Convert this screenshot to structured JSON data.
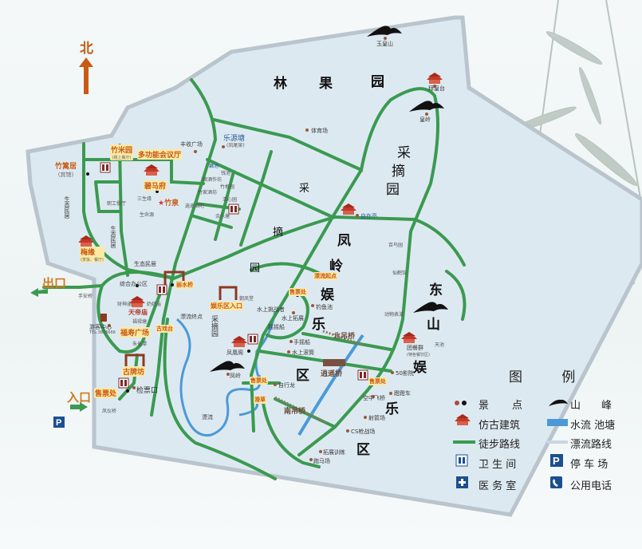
{
  "compass": {
    "north": "北"
  },
  "colors": {
    "road": "#3a9a50",
    "water": "#4a9ad8",
    "drift": "#c9d6e2",
    "area": "#dde9f1",
    "highlight_text": "#c85a14",
    "highlight_bg": "#fbe9a6",
    "toilet": "#7a2a2a",
    "service": "#1c4f8f"
  },
  "areas": {
    "linguoyuan": [
      "林",
      "果",
      "园"
    ],
    "caizhai_ne": [
      "采",
      "摘",
      "园"
    ],
    "caizhai_mid": [
      "采",
      "摘",
      "园"
    ],
    "caizhai_sw": "采摘园",
    "fengling": [
      "凤",
      "岭",
      "娱",
      "乐",
      "区"
    ],
    "dongshan": [
      "东",
      "山",
      "娱",
      "乐",
      "区"
    ]
  },
  "gates": {
    "exit": "出口",
    "entrance": "入口"
  },
  "highlights": [
    {
      "label": "竹米园",
      "sub": "(楼上餐厅)"
    },
    {
      "label": "多功能会议厅"
    },
    {
      "label": "竹篱居",
      "sub": "(宾馆)"
    },
    {
      "label": "碧马府"
    },
    {
      "label": "竹泉"
    },
    {
      "label": "梅缘",
      "sub": "(茶饭、餐厅)"
    },
    {
      "label": "丽水桥"
    },
    {
      "label": "娱乐区入口"
    },
    {
      "label": "天帝庙"
    },
    {
      "label": "福寿广场"
    },
    {
      "label": "古戏台"
    },
    {
      "label": "古牌坊"
    },
    {
      "label": "售票处"
    },
    {
      "label": "漂流起点"
    },
    {
      "label": "售票处"
    },
    {
      "label": "售票处"
    },
    {
      "label": "滑草"
    },
    {
      "label": "售票处"
    }
  ],
  "places": [
    "玉皇山",
    "拜皇台",
    "皇岭",
    "体育场",
    "乐源塘",
    "(凤尾泉)",
    "丰收广场",
    "自在亭",
    "百鸟园",
    "仙鹤馆",
    "动物表演",
    "天池",
    "团餐群",
    "(特色餐饮区)",
    "50影院",
    "蹬蹬车",
    "空中飞桥",
    "射箭场",
    "CS枪战场",
    "拓展训练",
    "跑马场",
    "水上挑战者",
    "水上拓展",
    "钓鱼池",
    "摇摇船",
    "手摇船",
    "水上滚筒",
    "自行龙",
    "凤凰阁",
    "凤岭",
    "朝凤堂",
    "漂流",
    "漂流终点",
    "检票口",
    "游客中心",
    "TEL:3826666",
    "综合办公区",
    "手安桥",
    "凤仪桥",
    "职工餐厅",
    "三生缘",
    "生命源",
    "生态民居",
    "生态民居",
    "生态民居",
    "藕池",
    "钱池",
    "酿酒作坊",
    "竹根园",
    "竹家酒坊",
    "清心园",
    "逍遥酒吧",
    "余乐塘",
    "财神庙",
    "奶奶庙",
    "朱雀潭",
    "福禄塘"
  ],
  "bridges": [
    "北吊桥",
    "逍遥桥",
    "南吊桥"
  ],
  "legend": {
    "title": "图 例",
    "items": [
      {
        "icon": "scenic-spot-dots",
        "label": "景　　点"
      },
      {
        "icon": "mountain",
        "label": "山　　峰"
      },
      {
        "icon": "pavilion",
        "label": "仿古建筑"
      },
      {
        "icon": "water-swatch",
        "label": "水流 池塘"
      },
      {
        "icon": "green-line",
        "label": "徒步路线"
      },
      {
        "icon": "light-line",
        "label": "漂流路线"
      },
      {
        "icon": "toilet",
        "label": "卫 生 间"
      },
      {
        "icon": "parking",
        "label": "停 车 场"
      },
      {
        "icon": "medical-cross",
        "label": "医 务 室"
      },
      {
        "icon": "phone",
        "label": "公用电话"
      }
    ],
    "parking_letter": "P"
  }
}
